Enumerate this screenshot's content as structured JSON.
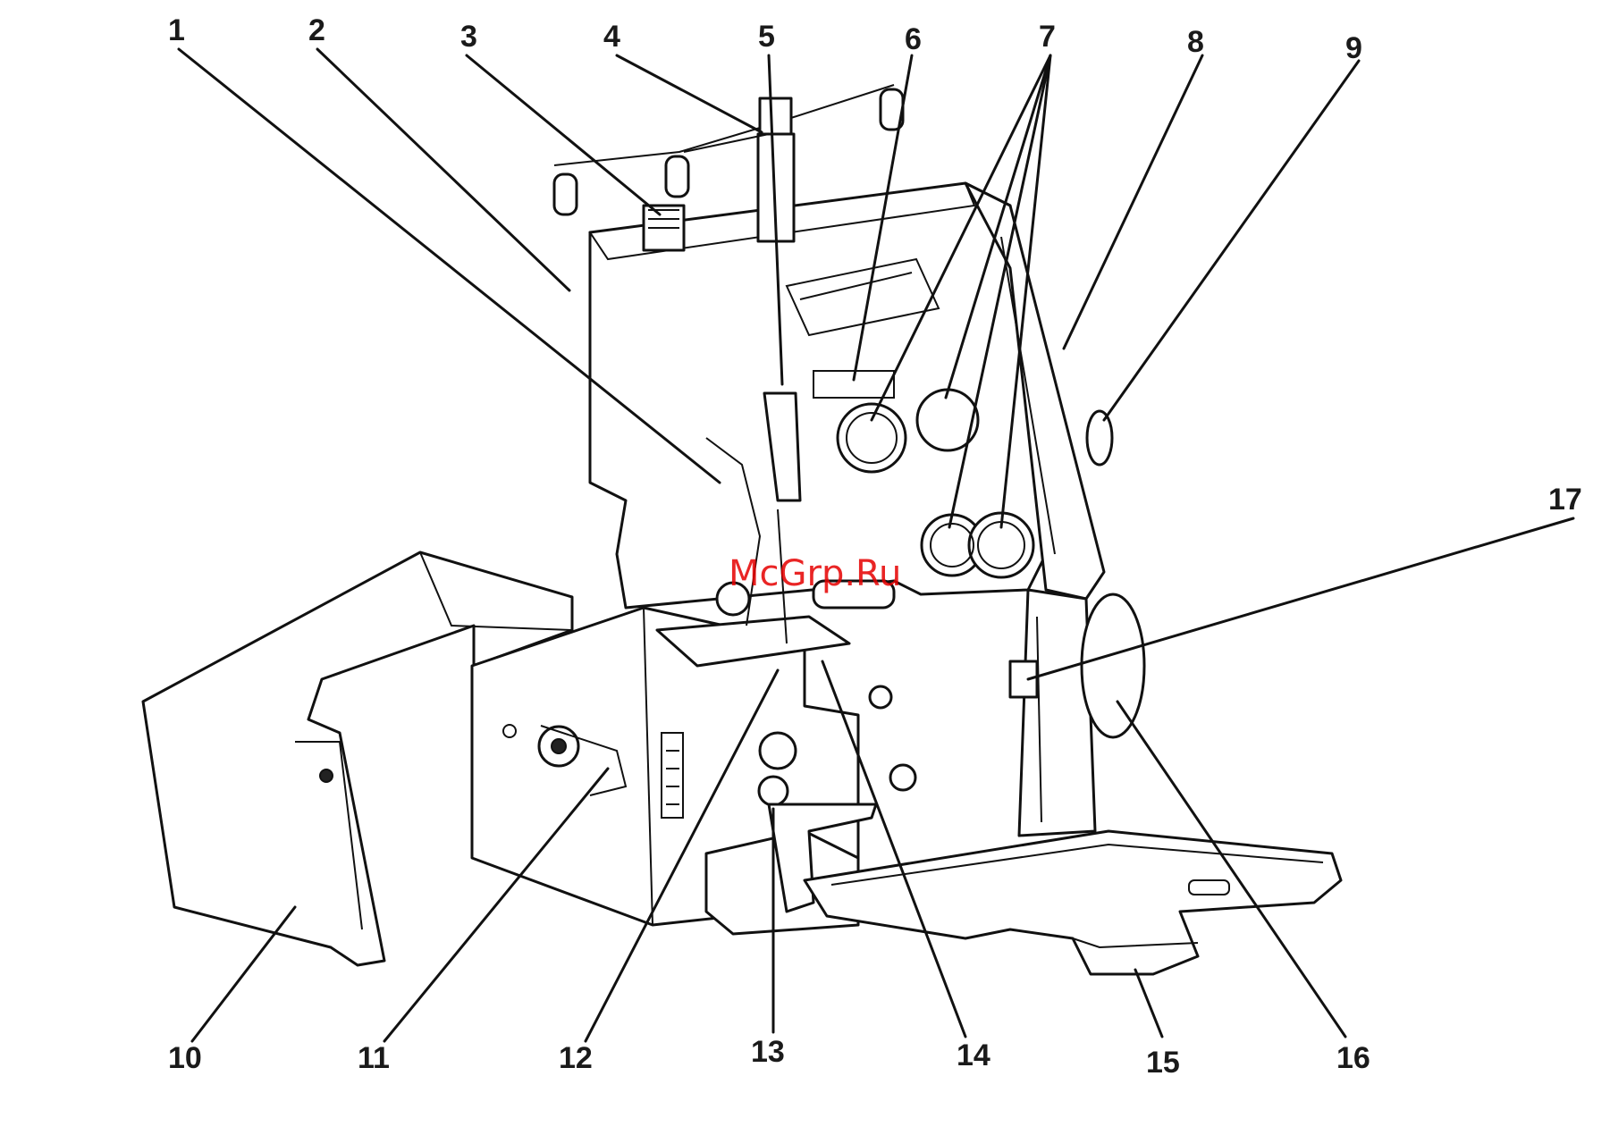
{
  "watermark": "McGrp.Ru",
  "callouts": [
    {
      "id": "1",
      "label": "1"
    },
    {
      "id": "2",
      "label": "2"
    },
    {
      "id": "3",
      "label": "3"
    },
    {
      "id": "4",
      "label": "4"
    },
    {
      "id": "5",
      "label": "5"
    },
    {
      "id": "6",
      "label": "6"
    },
    {
      "id": "7",
      "label": "7"
    },
    {
      "id": "8",
      "label": "8"
    },
    {
      "id": "9",
      "label": "9"
    },
    {
      "id": "10",
      "label": "10"
    },
    {
      "id": "11",
      "label": "11"
    },
    {
      "id": "12",
      "label": "12"
    },
    {
      "id": "13",
      "label": "13"
    },
    {
      "id": "14",
      "label": "14"
    },
    {
      "id": "15",
      "label": "15"
    },
    {
      "id": "16",
      "label": "16"
    },
    {
      "id": "17",
      "label": "17"
    }
  ]
}
